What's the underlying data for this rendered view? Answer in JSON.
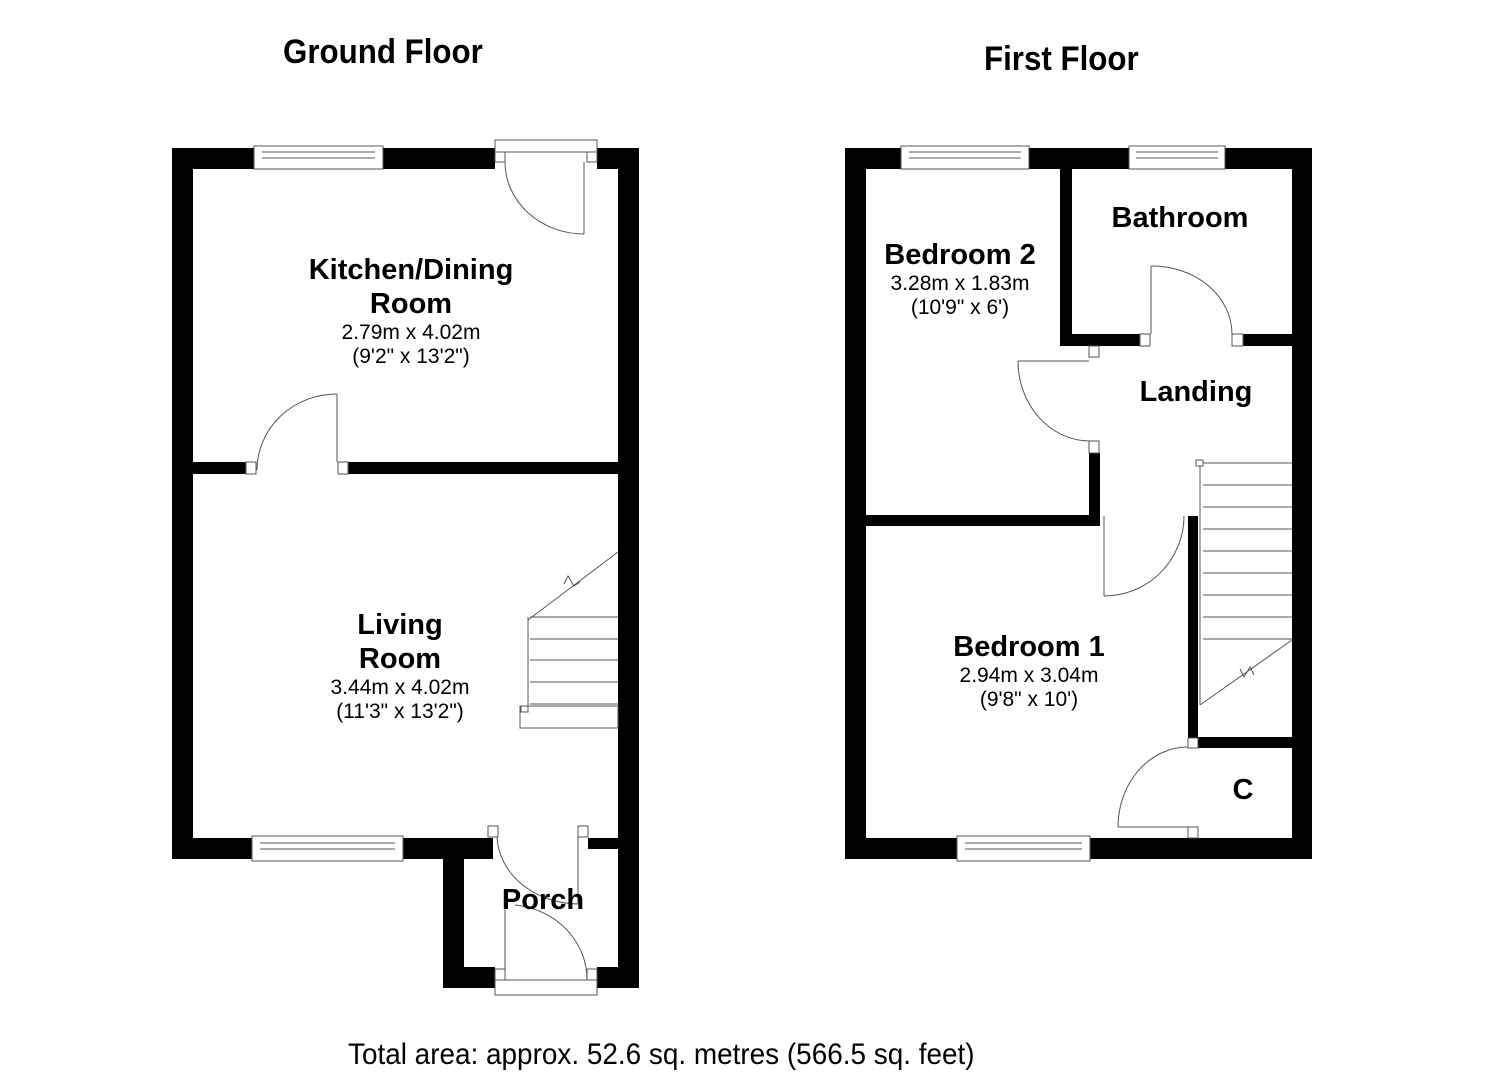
{
  "floors": [
    {
      "title": "Ground Floor",
      "rooms": [
        {
          "name_line1": "Kitchen/Dining",
          "name_line2": "Room",
          "dim_metric": "2.79m x 4.02m",
          "dim_imperial": "(9'2\" x 13'2\")"
        },
        {
          "name_line1": "Living",
          "name_line2": "Room",
          "dim_metric": "3.44m x 4.02m",
          "dim_imperial": "(11'3\" x 13'2\")"
        },
        {
          "name_line1": "Porch"
        }
      ]
    },
    {
      "title": "First Floor",
      "rooms": [
        {
          "name_line1": "Bedroom 2",
          "dim_metric": "3.28m x 1.83m",
          "dim_imperial": "(10'9\" x 6')"
        },
        {
          "name_line1": "Bathroom"
        },
        {
          "name_line1": "Landing"
        },
        {
          "name_line1": "Bedroom 1",
          "dim_metric": "2.94m x 3.04m",
          "dim_imperial": "(9'8\" x 10')"
        },
        {
          "name_line1": "C"
        }
      ]
    }
  ],
  "total_area": "Total area: approx. 52.6 sq. metres (566.5 sq. feet)",
  "colors": {
    "wall": "#000000",
    "background": "#ffffff",
    "line": "#555555"
  }
}
